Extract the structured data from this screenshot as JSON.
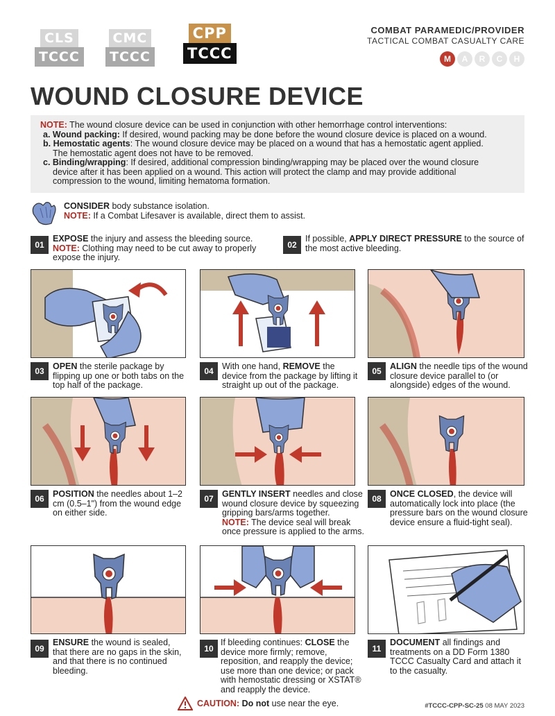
{
  "logos": {
    "cls": {
      "top": "CLS",
      "bottom": "TCCC"
    },
    "cmc": {
      "top": "CMC",
      "bottom": "TCCC"
    },
    "cpp": {
      "top": "CPP",
      "bottom": "TCCC"
    }
  },
  "header": {
    "line1": "COMBAT PARAMEDIC/PROVIDER",
    "line2": "TACTICAL COMBAT CASUALTY CARE",
    "march": [
      "M",
      "A",
      "R",
      "C",
      "H"
    ]
  },
  "title": "WOUND CLOSURE DEVICE",
  "note": {
    "label": "NOTE:",
    "intro": " The wound closure device can be used in conjunction with other hemorrhage control interventions:",
    "a_label": "a. Wound packing:",
    "a_text": " If desired, wound packing may be done before the wound closure device is placed on a wound.",
    "b_label": "b. Hemostatic agents",
    "b_text": ": The wound closure device may be placed on a wound that has a hemostatic agent applied.",
    "b_text2": "The hemostatic agent does not have to be removed.",
    "c_label": "c. Binding/wrapping",
    "c_text": ": If desired, additional compression binding/wrapping may be placed over the wound closure",
    "c_text2": "device after it has been applied on a wound. This action will protect the clamp and may provide additional",
    "c_text3": "compression to the wound, limiting hematoma formation."
  },
  "consider": {
    "label": "CONSIDER",
    "text": " body substance isolation.",
    "note_label": "NOTE:",
    "note_text": " If a Combat Lifesaver is available, direct them to assist."
  },
  "steps": [
    {
      "num": "01",
      "bold": "EXPOSE",
      "text": " the injury and assess the bleeding source.",
      "note_label": "NOTE:",
      "note_text": " Clothing may need to be cut away to properly expose the injury."
    },
    {
      "num": "02",
      "pre": "If possible, ",
      "bold": "APPLY DIRECT PRESSURE",
      "text": " to the source of the most active bleeding."
    },
    {
      "num": "03",
      "bold": "OPEN",
      "text": " the sterile package by flipping up one or both tabs on the top half of the package."
    },
    {
      "num": "04",
      "pre": "With one hand, ",
      "bold": "REMOVE",
      "text": " the device from the package by lifting it straight up out of the package."
    },
    {
      "num": "05",
      "bold": "ALIGN",
      "text": " the needle tips of the wound closure device parallel to (or alongside) edges of the wound."
    },
    {
      "num": "06",
      "bold": "POSITION",
      "text": " the needles about 1–2 cm (0.5–1\") from the wound edge on either side."
    },
    {
      "num": "07",
      "bold": "GENTLY INSERT",
      "text": " needles and close wound closure device by squeezing gripping bars/arms together.",
      "note_label": "NOTE:",
      "note_text": " The device seal will break once pressure is applied to the arms."
    },
    {
      "num": "08",
      "bold": "ONCE CLOSED",
      "text": ", the device will automatically lock into place (the pressure bars on the wound closure device ensure a fluid-tight seal)."
    },
    {
      "num": "09",
      "bold": "ENSURE",
      "text": " the wound is sealed, that there are no gaps in the skin, and that there is no continued bleeding."
    },
    {
      "num": "10",
      "pre": "If bleeding continues: ",
      "bold": "CLOSE",
      "text": " the device more firmly; remove, reposition, and reapply the device; use more than one device; or pack with hemostatic dressing or XSTAT® and reapply the device."
    },
    {
      "num": "11",
      "bold": "DOCUMENT",
      "text": " all findings and treatments on a DD Form 1380 TCCC Casualty Card and attach it to the casualty."
    }
  ],
  "footer": {
    "caution_label": "CAUTION:",
    "caution_bold": " Do not",
    "caution_text": " use near the eye.",
    "code": "#TCCC-CPP-SC-25",
    "date": "08 MAY 2023"
  },
  "colors": {
    "accent_red": "#b52a21",
    "skin": "#f3d3c3",
    "glove": "#7e97cf",
    "device": "#6b82b5"
  }
}
